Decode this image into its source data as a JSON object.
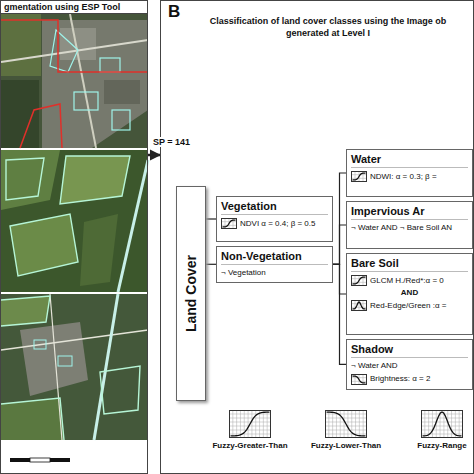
{
  "diagram": {
    "nodes": [
      {
        "text": [
          "gmentation using ESP Tool"
        ]
      },
      {
        "text": [
          "B",
          "Classification of land cover classes using the Image ob generated at Level I"
        ]
      },
      {
        "text": [
          "Land Cover"
        ],
        "in": 1
      },
      {
        "text": [
          "Vegetation",
          "NDVI α = 0.4; β = 0.5"
        ],
        "in": 1
      },
      {
        "text": [
          "Non-Vegetation",
          "¬ Vegetation"
        ],
        "in": 1
      },
      {
        "text": [
          "Water",
          "NDWI: α = 0.3; β ="
        ],
        "in": 1
      },
      {
        "text": [
          "Impervious Ar",
          "¬ Water AND ¬ Bare Soil AN"
        ],
        "in": 1
      },
      {
        "text": [
          "Bare Soil",
          "GLCM H./Red*:α = 0",
          "AND",
          "Red-Edge/Green :α ="
        ],
        "in": 1
      },
      {
        "text": [
          "Shadow",
          "¬ Water AND",
          "Brightness: α = 2"
        ],
        "in": 1
      }
    ],
    "edges": [
      {
        "from": 0,
        "to": 1,
        "label": "SP = 141",
        "arrow": "to"
      },
      {
        "from": 2,
        "to": 3,
        "arrow": "none"
      },
      {
        "from": 2,
        "to": 4,
        "arrow": "none"
      },
      {
        "from": 4,
        "to": 5,
        "arrow": "none"
      },
      {
        "from": 4,
        "to": 6,
        "arrow": "none"
      },
      {
        "from": 4,
        "to": 7,
        "arrow": "none"
      },
      {
        "from": 4,
        "to": 8,
        "arrow": "none"
      }
    ],
    "legend": [
      {
        "text": "Fuzzy-Greater-Than"
      },
      {
        "text": "Fuzzy-Lower-Than"
      },
      {
        "text": "Fuzzy-Range"
      }
    ]
  }
}
